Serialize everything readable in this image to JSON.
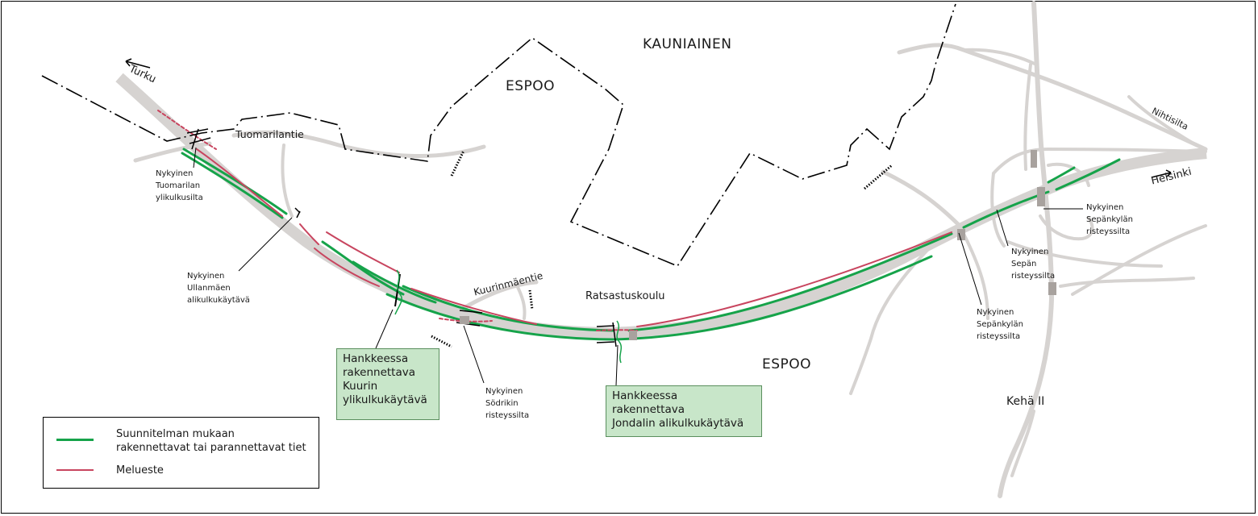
{
  "colors": {
    "planned_road": "#16a34a",
    "noise_barrier": "#c8455f",
    "existing_road": "#d6d3d1",
    "boundary": "#000000",
    "callout_fill": "#c8e6c9"
  },
  "places": {
    "kauniainen": "KAUNIAINEN",
    "espoo_north": "ESPOO",
    "espoo_south": "ESPOO",
    "ratsastuskoulu": "Ratsastuskoulu",
    "kehä": "Kehä II"
  },
  "roads": {
    "turku": "Turku",
    "helsinki": "Helsinki",
    "tuomarilantie": "Tuomarilantie",
    "kuurinmaentie": "Kuurinmäentie",
    "nihtisilta": "Nihtisilta"
  },
  "structures": {
    "tuomarila": [
      "Nykyinen",
      "Tuomarilan",
      "ylikulkusilta"
    ],
    "ullanmaki": [
      "Nykyinen",
      "Ullanmäen",
      "alikulkukäytävä"
    ],
    "sodrik": [
      "Nykyinen",
      "Södrikin",
      "risteyssilta"
    ],
    "sepankyla_1": [
      "Nykyinen",
      "Sepänkylän",
      "risteyssilta"
    ],
    "sepan": [
      "Nykyinen",
      "Sepän",
      "risteyssilta"
    ],
    "sepankyla_2": [
      "Nykyinen",
      "Sepänkylän",
      "risteyssilta"
    ]
  },
  "callouts": {
    "kuuri": [
      "Hankkeessa",
      "rakennettava",
      "Kuurin",
      "ylikulkukäytävä"
    ],
    "jondal": [
      "Hankkeessa",
      "rakennettava",
      "Jondalin alikulkukäytävä"
    ]
  },
  "legend": {
    "planned": [
      "Suunnitelman mukaan",
      "rakennettavat tai parannettavat tiet"
    ],
    "noise": "Melueste"
  }
}
